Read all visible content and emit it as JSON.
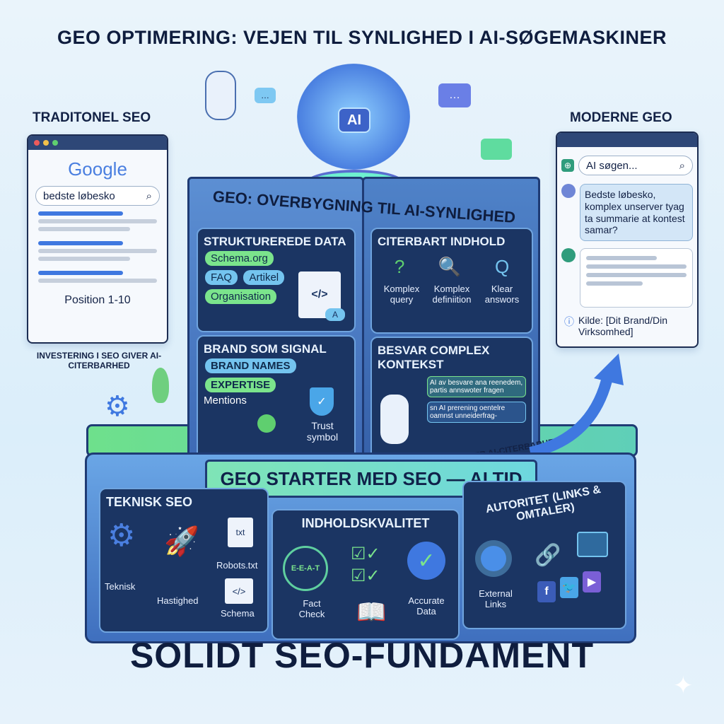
{
  "title": "GEO OPTIMERING: VEJEN TIL SYNLIGHED I AI-SØGEMASKINER",
  "left": {
    "heading": "TRADITONEL SEO",
    "logo": "Google",
    "search": "bedste løbesko",
    "position": "Position 1-10",
    "caption": "INVESTERING I SEO GIVER AI-CITERBARHED"
  },
  "right": {
    "heading": "MODERNE GEO",
    "search": "AI søgen...",
    "question": "Bedste løbesko, komplex unserver tyag ta summarie at kontest samar?",
    "source": "Kilde: [Dit Brand/Din Virksomhed]"
  },
  "center": {
    "ai_badge": "AI",
    "heading": "GEO: OVERBYGNING TIL AI-SYNLIGHED",
    "structured": {
      "title": "STRUKTUREREDE DATA",
      "tags": [
        "Schema.org",
        "FAQ",
        "Artikel",
        "Organisation"
      ],
      "code": "</>",
      "a": "A"
    },
    "citable": {
      "title": "CITERBART INDHOLD",
      "items": [
        "Komplex query",
        "Komplex definiition",
        "Klear answors"
      ]
    },
    "brand": {
      "title": "BRAND SOM SIGNAL",
      "tags": [
        "BRAND NAMES",
        "EXPERTISE"
      ],
      "mentions": "Mentions",
      "trust": "Trust symbol"
    },
    "complex": {
      "title": "BESVAR COMPLEX KONTEKST",
      "bubbles": [
        "AI av besvare ana reenedem, partis annswoter fragen",
        "sn AI prerening oentelre oamnst unneiderfrag-"
      ]
    }
  },
  "ribbon": "INVESTERING I SEO GIVER AI-CITERBARHED",
  "base": {
    "banner": "GEO STARTER MED SEO — ALTID",
    "technical": {
      "title": "TEKNISK SEO",
      "items": [
        "Teknisk",
        "Hastighed",
        "Robots.txt",
        "Schema"
      ],
      "txt": "txt"
    },
    "quality": {
      "title": "INDHOLDSKVALITET",
      "eeat": "E-E-A-T",
      "items": [
        "Fact Check",
        "Accurate Data"
      ]
    },
    "authority": {
      "title": "AUTORITET (LINKS & OMTALER)",
      "items": [
        "External Links"
      ]
    }
  },
  "footer": "SOLIDT SEO-FUNDAMENT"
}
